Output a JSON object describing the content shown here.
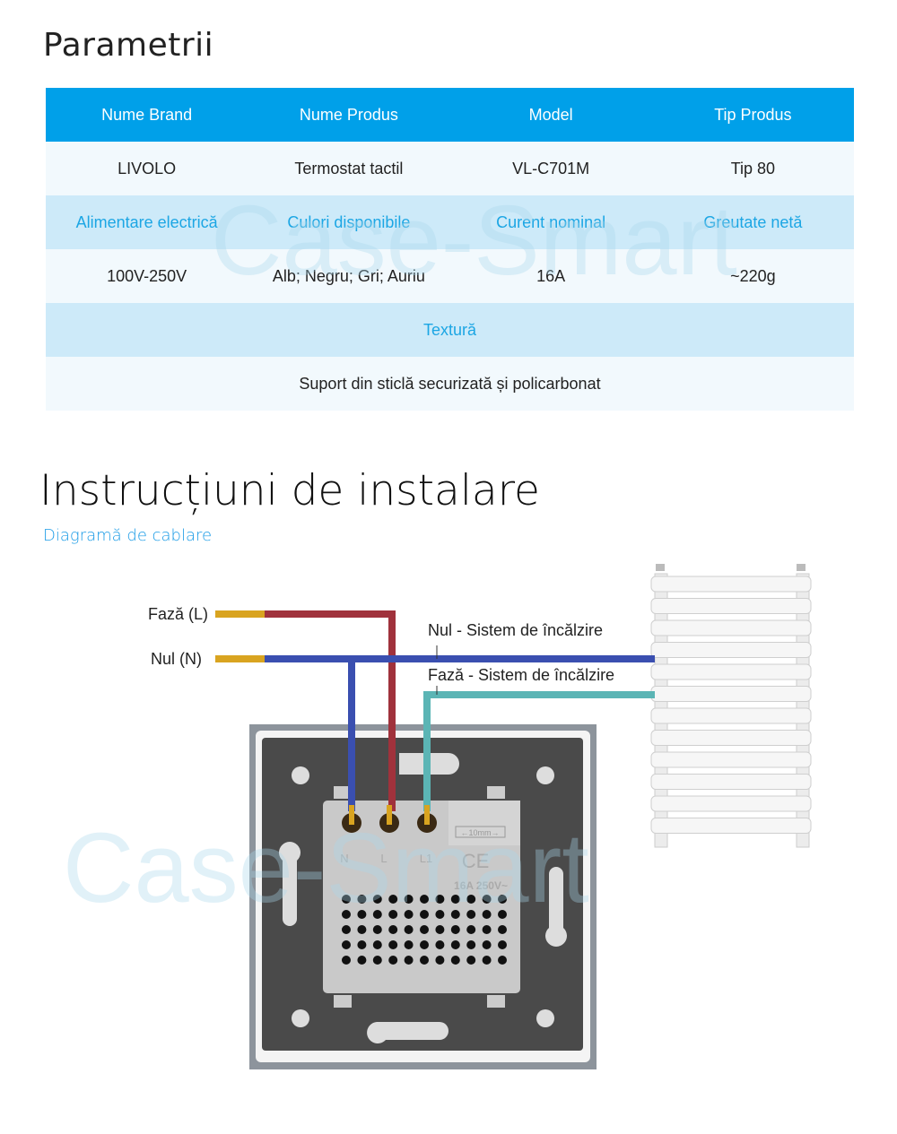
{
  "params": {
    "title": "Parametrii",
    "headers": [
      "Nume Brand",
      "Nume Produs",
      "Model",
      "Tip Produs"
    ],
    "values1": [
      "LIVOLO",
      "Termostat tactil",
      "VL-C701M",
      "Tip 80"
    ],
    "labels2": [
      "Alimentare electrică",
      "Culori disponibile",
      "Curent nominal",
      "Greutate netă"
    ],
    "values2": [
      "100V-250V",
      "Alb; Negru; Gri; Auriu",
      "16A",
      "~220g"
    ],
    "label3": "Textură",
    "value3": "Suport din sticlă securizată și policarbonat"
  },
  "install": {
    "title": "Instrucțiuni de instalare",
    "subtitle": "Diagramă de cablare",
    "labels": {
      "phase": "Fază (L)",
      "neutral": "Nul (N)",
      "neutral_heating": "Nul - Sistem de încălzire",
      "phase_heating": "Fază - Sistem de încălzire"
    },
    "module_marks": {
      "n": "N",
      "l": "L",
      "l1": "L1",
      "ce": "CE",
      "rating": "16A 250V~",
      "strip": "←10mm→"
    }
  },
  "colors": {
    "header": "#00a0e9",
    "label_row": "#cdeaf9",
    "value_row": "#f2f9fd",
    "accent": "#1ca6e4",
    "wire_phase": "#a0323c",
    "wire_neutral": "#3a4fb0",
    "wire_load": "#5bb5b5"
  },
  "watermark": "Case-Smart"
}
